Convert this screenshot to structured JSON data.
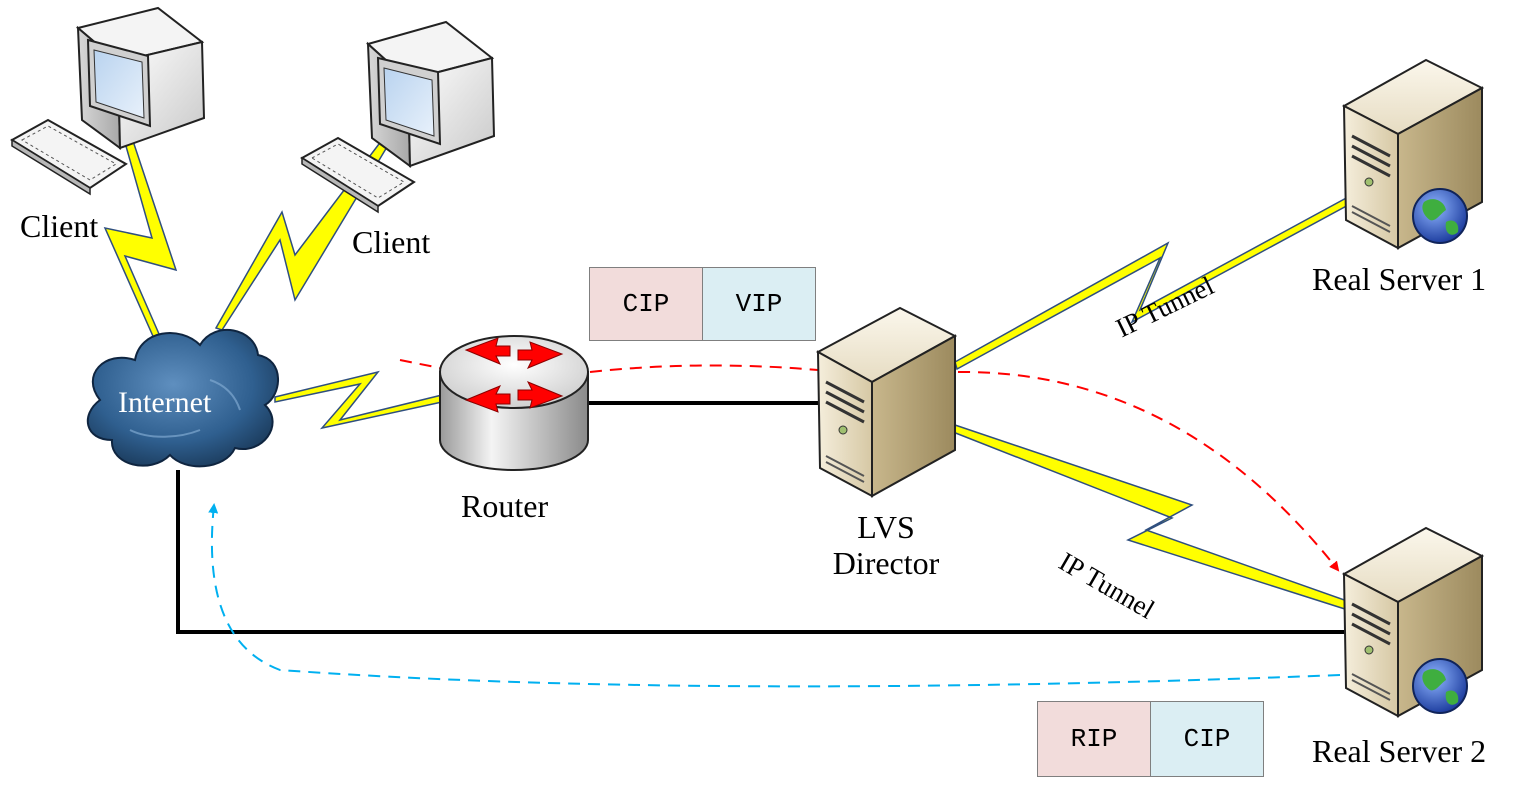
{
  "nodes": {
    "client_left": "Client",
    "client_right": "Client",
    "internet": "Internet",
    "router": "Router",
    "director": [
      "LVS",
      "Director"
    ],
    "real_server_1": "Real Server 1",
    "real_server_2": "Real Server 2"
  },
  "tunnels": [
    "IP Tunnel",
    "IP Tunnel"
  ],
  "packets": {
    "inbound": {
      "source": "CIP",
      "dest": "VIP"
    },
    "reply": {
      "source": "RIP",
      "dest": "CIP"
    }
  },
  "colors": {
    "source_cell": "#f2dcdb",
    "dest_cell": "#dbeef3",
    "request_path": "#ff0000",
    "reply_path": "#00b0f0",
    "wireless_link": "#ffff00",
    "wired_link": "#000000"
  }
}
